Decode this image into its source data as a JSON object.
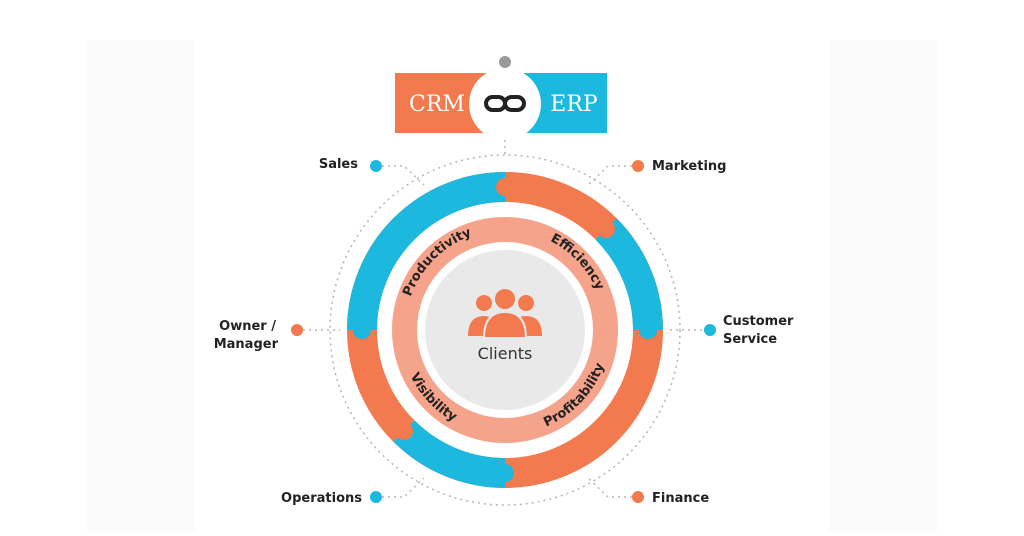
{
  "colors": {
    "orange": "#F27A4E",
    "blue": "#1DB8DE",
    "light_orange": "#F5A38A",
    "dot_gray": "#9A9A9A"
  },
  "badge": {
    "left": "CRM",
    "right": "ERP",
    "icon": "link-icon"
  },
  "departments": {
    "sales": "Sales",
    "marketing": "Marketing",
    "owner_line1": "Owner /",
    "owner_line2": "Manager",
    "customer_line1": "Customer",
    "customer_line2": "Service",
    "operations": "Operations",
    "finance": "Finance"
  },
  "ring_labels": {
    "productivity": "Productivity",
    "efficiency": "Efficiency",
    "visibility": "Visibility",
    "profitability": "Profitability"
  },
  "center": {
    "label": "Clients",
    "icon": "people-icon"
  }
}
